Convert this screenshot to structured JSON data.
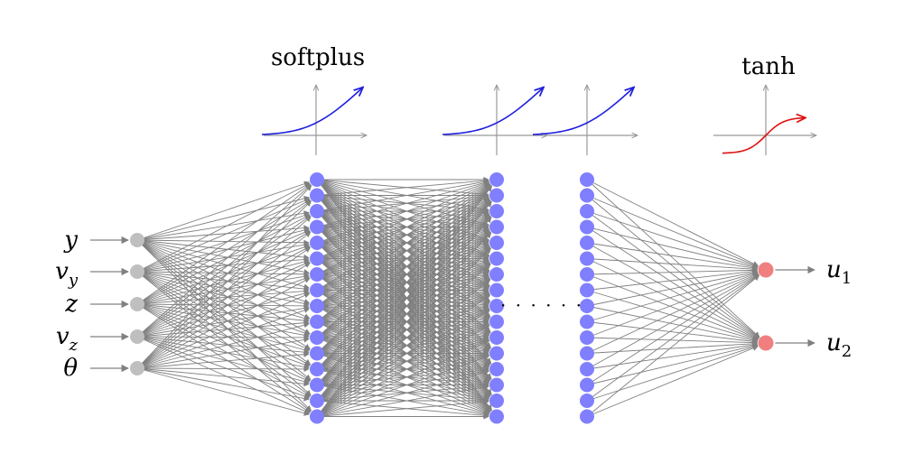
{
  "activations": {
    "hidden": "softplus",
    "output": "tanh"
  },
  "inputs": [
    {
      "base": "y",
      "sub": ""
    },
    {
      "base": "v",
      "sub": "y"
    },
    {
      "base": "z",
      "sub": ""
    },
    {
      "base": "v",
      "sub": "z"
    },
    {
      "base": "θ",
      "sub": ""
    }
  ],
  "outputs": [
    {
      "base": "u",
      "sub": "1"
    },
    {
      "base": "u",
      "sub": "2"
    }
  ],
  "layers": {
    "hidden_layers_shown": 3,
    "neurons_per_hidden_layer": 16,
    "ellipsis": "· · · · · ·"
  },
  "colors": {
    "input_node": "#bfbfbf",
    "hidden_node": "#7f7fff",
    "output_node": "#f08080",
    "edge": "#808080",
    "softplus_curve": "#1f1fdf",
    "tanh_curve": "#e01010",
    "axis": "#999999"
  }
}
